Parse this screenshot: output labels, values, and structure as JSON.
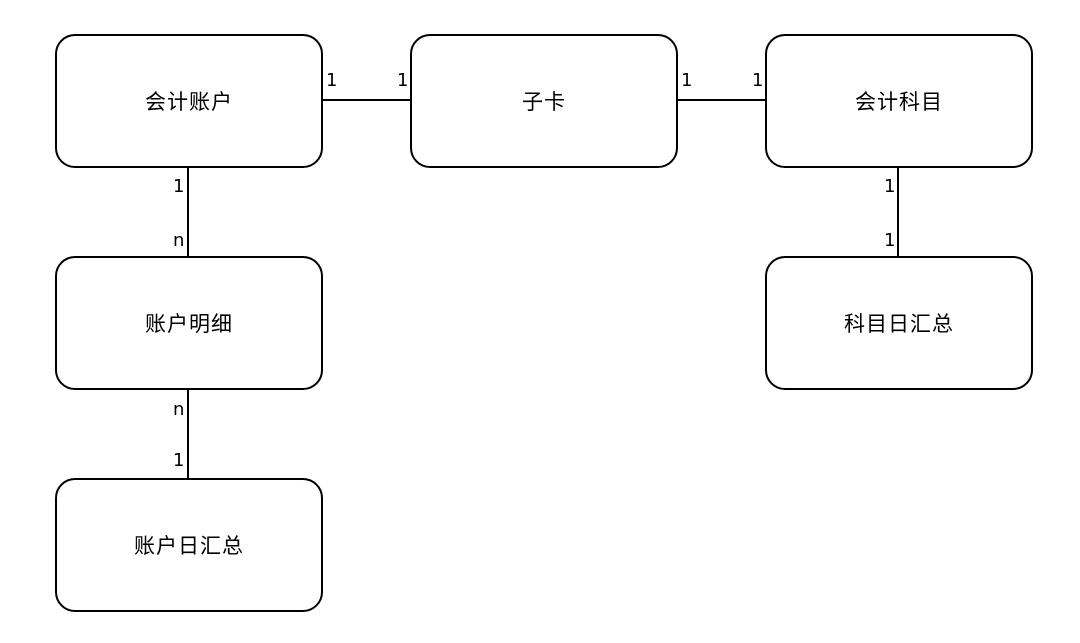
{
  "entities": {
    "kuaiji_zhanghu": "会计账户",
    "zika": "子卡",
    "kuaiji_kemu": "会计科目",
    "zhanghu_mingxi": "账户明细",
    "kemu_rihuizong": "科目日汇总",
    "zhanghu_rihuizong": "账户日汇总"
  },
  "relationships": [
    {
      "from": "会计账户",
      "to": "子卡",
      "from_card": "1",
      "to_card": "1"
    },
    {
      "from": "子卡",
      "to": "会计科目",
      "from_card": "1",
      "to_card": "1"
    },
    {
      "from": "会计账户",
      "to": "账户明细",
      "from_card": "1",
      "to_card": "n"
    },
    {
      "from": "账户明细",
      "to": "账户日汇总",
      "from_card": "n",
      "to_card": "1"
    },
    {
      "from": "会计科目",
      "to": "科目日汇总",
      "from_card": "1",
      "to_card": "1"
    }
  ]
}
